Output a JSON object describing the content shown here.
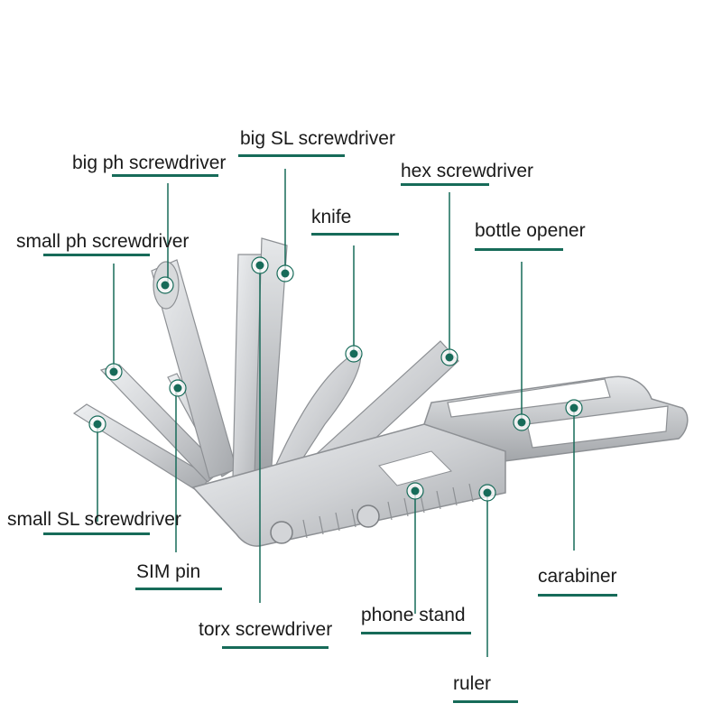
{
  "colors": {
    "accent": "#176b59",
    "steel_light": "#e3e4e6",
    "steel_mid": "#c4c6c9",
    "steel_dark": "#8d9094",
    "text": "#1a1a1a"
  },
  "callouts": [
    {
      "id": "big-sl-screwdriver",
      "label": "big SL screwdriver"
    },
    {
      "id": "big-ph-screwdriver",
      "label": "big ph screwdriver"
    },
    {
      "id": "hex-screwdriver",
      "label": "hex screwdriver"
    },
    {
      "id": "knife",
      "label": "knife"
    },
    {
      "id": "bottle-opener",
      "label": "bottle opener"
    },
    {
      "id": "small-ph-screwdriver",
      "label": "small ph screwdriver"
    },
    {
      "id": "small-sl-screwdriver",
      "label": "small SL screwdriver"
    },
    {
      "id": "sim-pin",
      "label": "SIM pin"
    },
    {
      "id": "carabiner",
      "label": "carabiner"
    },
    {
      "id": "phone-stand",
      "label": "phone stand"
    },
    {
      "id": "torx-screwdriver",
      "label": "torx screwdriver"
    },
    {
      "id": "ruler",
      "label": "ruler"
    }
  ]
}
